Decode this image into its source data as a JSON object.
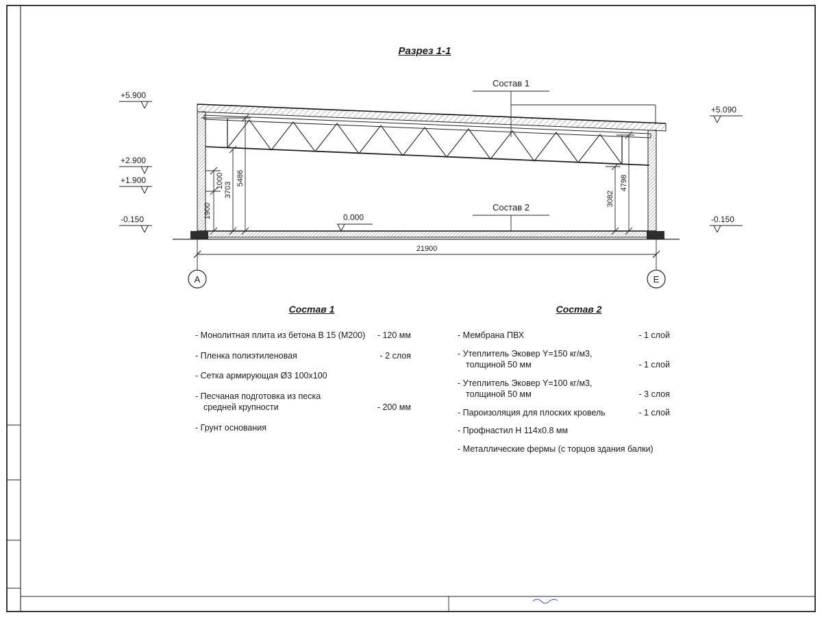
{
  "page": {
    "title": "Разрез 1-1"
  },
  "drawing": {
    "callouts": {
      "sostav1": "Состав 1",
      "sostav2": "Состав 2"
    },
    "levels": {
      "left": [
        "+5.900",
        "+2.900",
        "+1.900",
        "-0.150"
      ],
      "right_top": "+5.090",
      "right_bottom": "-0.150",
      "zero": "0.000"
    },
    "dimensions": {
      "left": [
        "1900",
        "1000",
        "3703",
        "5486"
      ],
      "right": [
        "3082",
        "4798"
      ],
      "span": "21900"
    },
    "axes": {
      "left": "А",
      "right": "Е"
    }
  },
  "spec1": {
    "heading": "Состав 1",
    "items": [
      {
        "label": "- Монолитная плита из бетона В 15 (М200)",
        "value": "- 120 мм"
      },
      {
        "label": "- Пленка полиэтиленовая",
        "value": "- 2 слоя"
      },
      {
        "label": "- Сетка армирующая Ø3 100x100",
        "value": ""
      },
      {
        "label": "- Песчаная подготовка из песка\nсредней крупности",
        "value": "- 200 мм"
      },
      {
        "label": "- Грунт основания",
        "value": ""
      }
    ]
  },
  "spec2": {
    "heading": "Состав 2",
    "items": [
      {
        "label": "- Мембрана ПВХ",
        "value": "- 1 слой"
      },
      {
        "label": "- Утеплитель Эковер Y=150 кг/м3,\nтолщиной 50 мм",
        "value": "- 1 слой"
      },
      {
        "label": "- Утеплитель Эковер Y=100 кг/м3,\nтолщиной 50 мм",
        "value": "- 3 слоя"
      },
      {
        "label": "- Пароизоляция для плоских кровель",
        "value": "- 1 слой"
      },
      {
        "label": "- Профнастил Н 114х0.8 мм",
        "value": ""
      },
      {
        "label": "- Металлические фермы (с торцов здания балки)",
        "value": ""
      }
    ]
  }
}
